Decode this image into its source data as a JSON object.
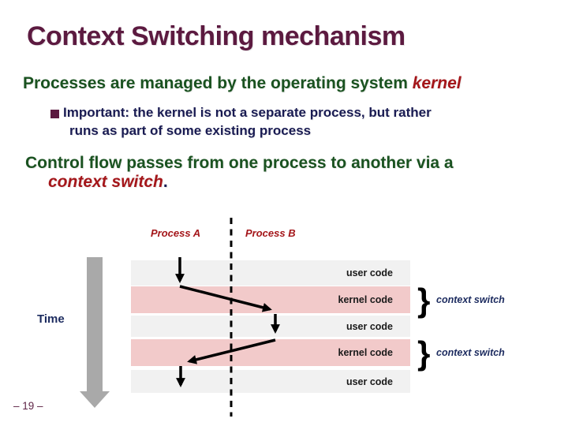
{
  "slide": {
    "title": "Context Switching mechanism",
    "page_number": "– 19 –"
  },
  "intro": {
    "text": "Processes are managed by the operating system ",
    "highlight": "kernel",
    "bullet_line1": "Important: the kernel is not a separate process, but rather",
    "bullet_line2": "runs as part of some existing process"
  },
  "statement": {
    "line1": "Control flow passes from one process to another via a",
    "highlight": "context switch",
    "period": "."
  },
  "diagram": {
    "process_a_label": "Process A",
    "process_b_label": "Process B",
    "time_label": "Time",
    "bands": [
      {
        "label": "user code",
        "type": "user"
      },
      {
        "label": "kernel code",
        "type": "kernel"
      },
      {
        "label": "user code",
        "type": "user"
      },
      {
        "label": "kernel code",
        "type": "kernel"
      },
      {
        "label": "user code",
        "type": "user"
      }
    ],
    "brace_glyph": "}",
    "context_switch_label_1": "context switch",
    "context_switch_label_2": "context switch"
  },
  "colors": {
    "title_maroon": "#5c1a40",
    "lead_green": "#1a5220",
    "body_navy": "#191b52",
    "accent_red": "#a4161a",
    "diagram_navy": "#1c2b5f",
    "kernel_band_pink": "#f2caca",
    "user_band_gray": "#f1f1f1",
    "time_arrow_gray": "#a9a9a9",
    "flow_arrow_black": "#000000"
  }
}
